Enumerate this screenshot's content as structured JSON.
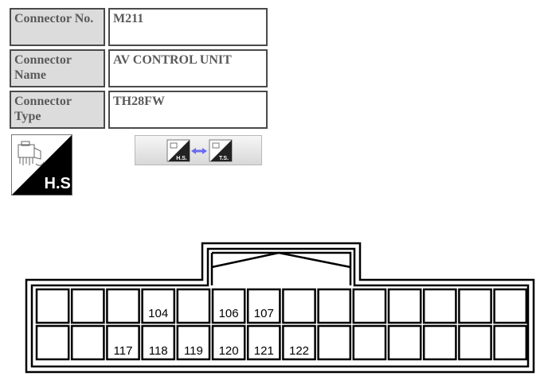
{
  "connector_info": {
    "rows": [
      {
        "label": "Connector No.",
        "value": "M211"
      },
      {
        "label": "Connector Name",
        "value": "AV CONTROL UNIT"
      },
      {
        "label": "Connector Type",
        "value": "TH28FW"
      }
    ]
  },
  "icons": {
    "harness_side_icon": "H.S.",
    "toggle_from": "H.S.",
    "toggle_to": "T.S."
  },
  "connector": {
    "top_row": [
      "",
      "",
      "",
      "104",
      "",
      "106",
      "107",
      "",
      "",
      "",
      "",
      "",
      "",
      ""
    ],
    "bottom_row": [
      "",
      "",
      "117",
      "118",
      "119",
      "120",
      "121",
      "122",
      "",
      "",
      "",
      "",
      "",
      ""
    ]
  }
}
